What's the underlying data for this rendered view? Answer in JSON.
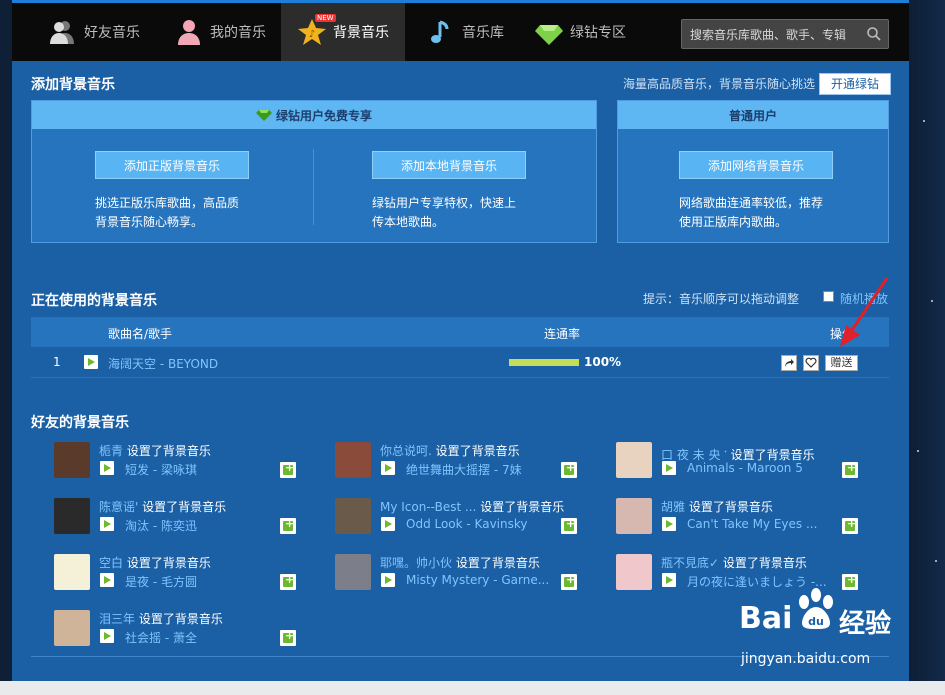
{
  "nav": {
    "items": [
      {
        "label": "好友音乐",
        "icon": "friends-icon"
      },
      {
        "label": "我的音乐",
        "icon": "user-icon"
      },
      {
        "label": "背景音乐",
        "icon": "background-music-icon",
        "badge": "NEW"
      },
      {
        "label": "音乐库",
        "icon": "music-note-icon"
      },
      {
        "label": "绿钻专区",
        "icon": "green-diamond-icon"
      }
    ],
    "search_placeholder": "搜索音乐库歌曲、歌手、专辑"
  },
  "add_section": {
    "title": "添加背景音乐",
    "hint": "海量高品质音乐，背景音乐随心挑选",
    "vip_button": "开通绿钻",
    "vip_panel_title": "绿钻用户免费专享",
    "normal_panel_title": "普通用户",
    "options": [
      {
        "button": "添加正版背景音乐",
        "desc_line1": "挑选正版乐库歌曲，高品质",
        "desc_line2": "背景音乐随心畅享。"
      },
      {
        "button": "添加本地背景音乐",
        "desc_line1": "绿钻用户专享特权，快速上",
        "desc_line2": "传本地歌曲。"
      },
      {
        "button": "添加网络背景音乐",
        "desc_line1": "网络歌曲连通率较低，推荐",
        "desc_line2": "使用正版库内歌曲。"
      }
    ]
  },
  "current_section": {
    "title": "正在使用的背景音乐",
    "hint": "提示：音乐顺序可以拖动调整",
    "shuffle_label": "随机播放",
    "columns": {
      "song": "歌曲名/歌手",
      "rate": "连通率",
      "ops": "操作"
    },
    "rows": [
      {
        "index": "1",
        "song": "海阔天空 - BEYOND",
        "rate_text": "100%",
        "rate_value": 100,
        "gift_label": "赠送"
      }
    ]
  },
  "friends_section": {
    "title": "好友的背景音乐",
    "action_text": "设置了背景音乐",
    "friends": [
      {
        "name": "栀青",
        "song": "短发 - 梁咏琪",
        "avatar_color": "#5a3a2a"
      },
      {
        "name": "你总说呵.",
        "song": "绝世舞曲大摇摆 - 7妹",
        "avatar_color": "#8a4b3a"
      },
      {
        "name": "口 夜 未 央 ་",
        "song": "Animals - Maroon 5",
        "avatar_color": "#e8d2c0"
      },
      {
        "name": "陈意谣'",
        "song": "淘汰 - 陈奕迅",
        "avatar_color": "#2a2a2a"
      },
      {
        "name": "My Icon--Best ...",
        "song": "Odd Look - Kavinsky",
        "avatar_color": "#6a5a4a"
      },
      {
        "name": "胡雅",
        "song": "Can't Take My Eyes ...",
        "avatar_color": "#d7b8b0"
      },
      {
        "name": "空白",
        "song": "是夜 - 毛方圆",
        "avatar_color": "#f4f1d8"
      },
      {
        "name": "耶嘿。帅小伙",
        "song": "Misty Mystery - Garne...",
        "avatar_color": "#7c7f8a"
      },
      {
        "name": "瓶不見底✓",
        "song": "月の夜に逢いましょう -...",
        "avatar_color": "#f0c8cc"
      },
      {
        "name": "泪三年",
        "song": "社会摇 - 萧全",
        "avatar_color": "#d0b49a"
      }
    ]
  },
  "watermark": {
    "brand": "Bai",
    "brand2": "经验",
    "url": "jingyan.baidu.com"
  },
  "colors": {
    "app_bg": "#1b5fa4",
    "accent": "#59b4f3",
    "link": "#7ec6ff",
    "bar": "#c4de57",
    "nav_bg": "#0a0a0a"
  }
}
